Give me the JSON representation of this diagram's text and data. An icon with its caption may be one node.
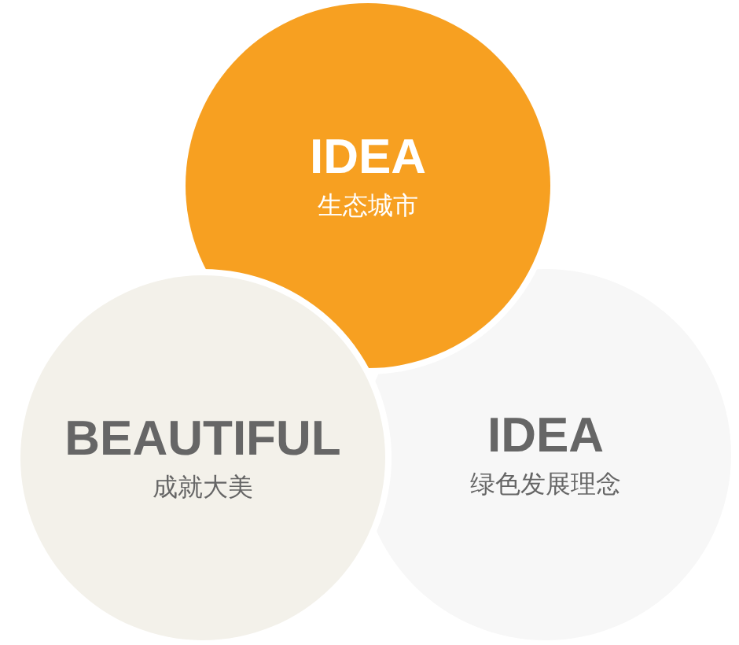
{
  "diagram": {
    "nodes": [
      {
        "text": [
          "IDEA",
          "生态城市"
        ]
      },
      {
        "text": [
          "BEAUTIFUL",
          "成就大美"
        ]
      },
      {
        "text": [
          "IDEA",
          "绿色发展理念"
        ]
      }
    ]
  }
}
